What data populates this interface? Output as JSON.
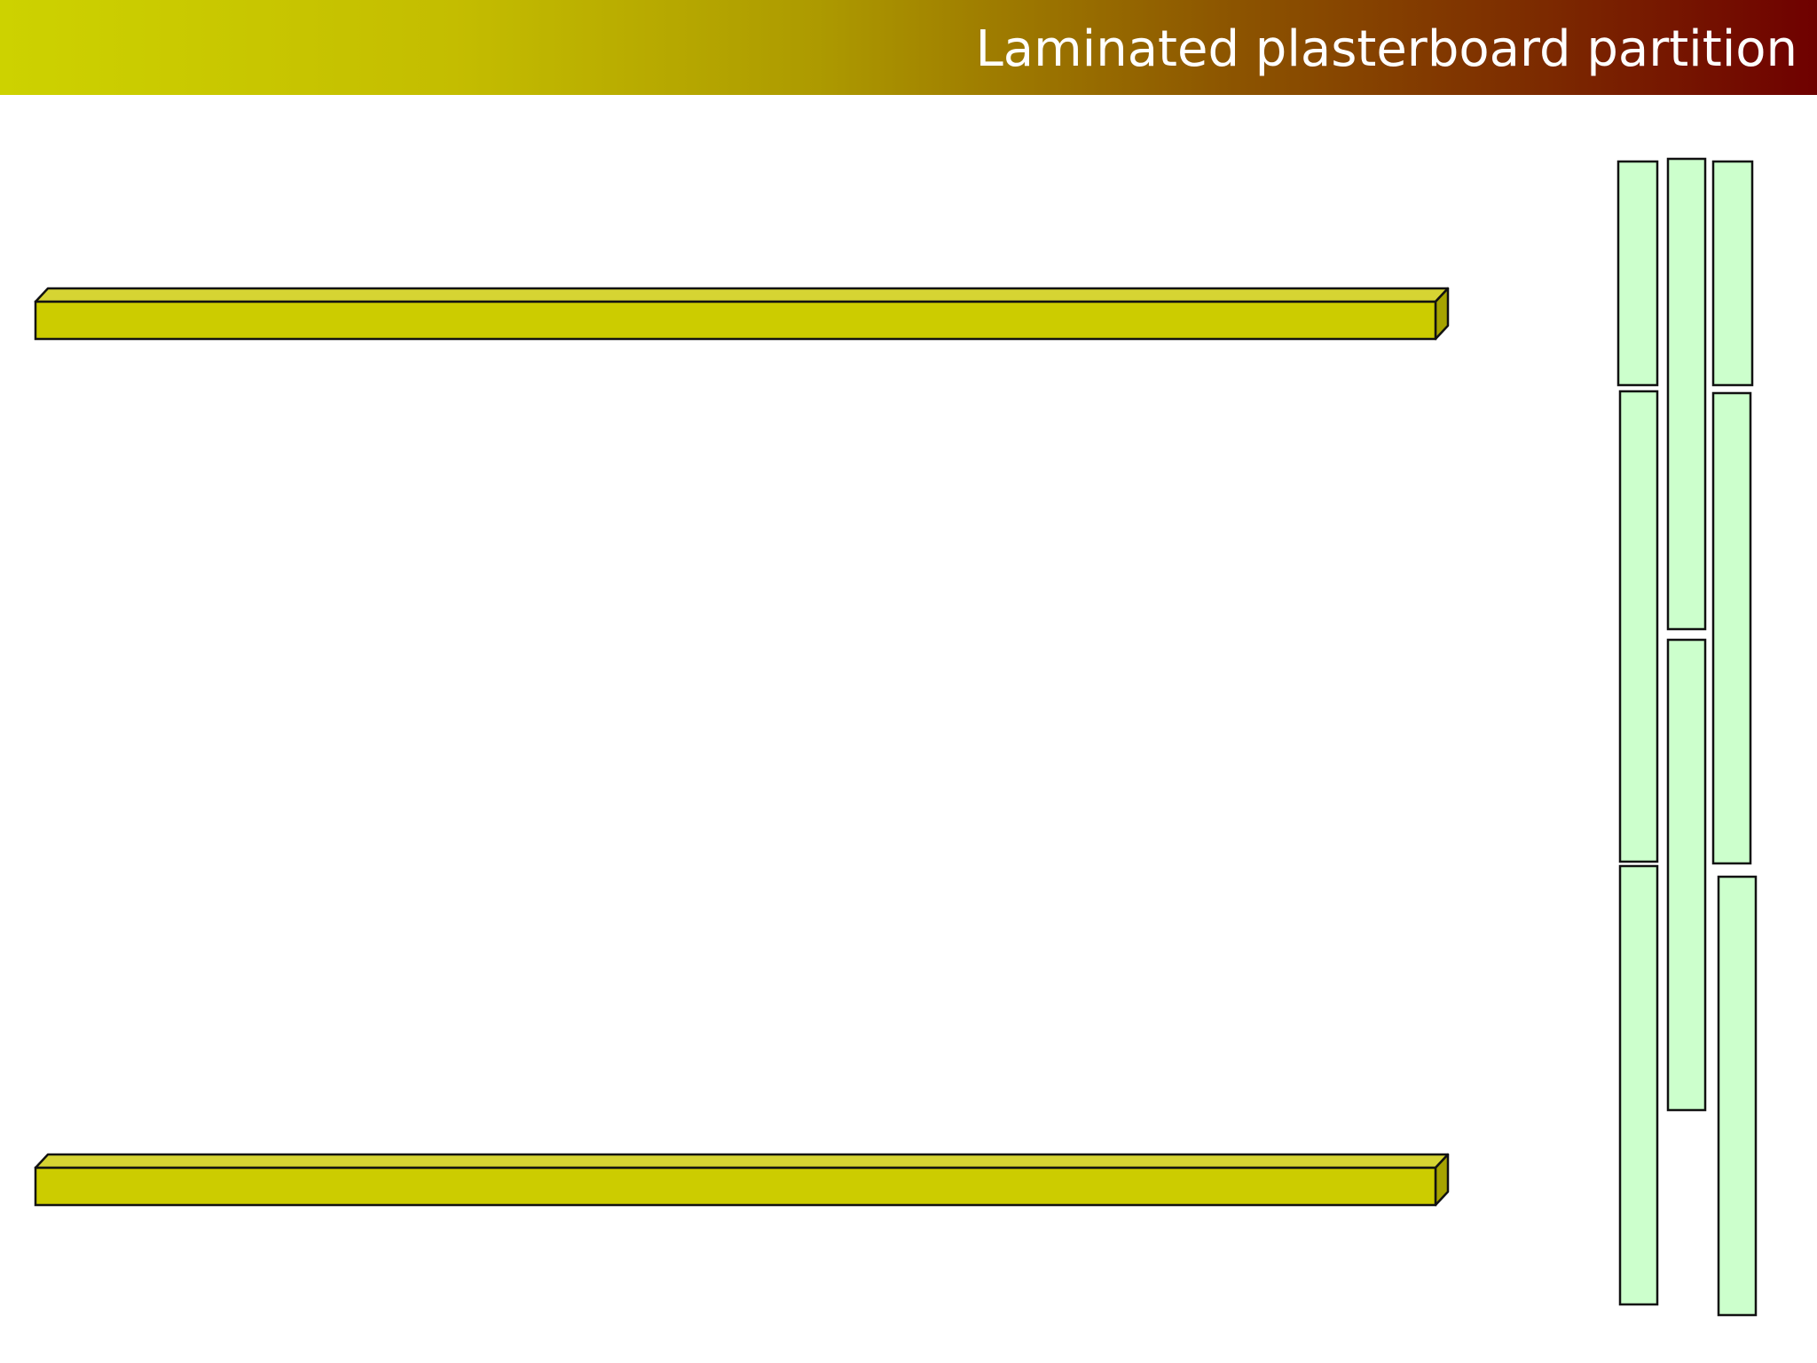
{
  "slide": {
    "title": "Laminated plasterboard partition"
  },
  "colors": {
    "title_gradient_start": "#cdd200",
    "title_gradient_end": "#6f0000",
    "title_text": "#ffffff",
    "rail_front": "#cccc00",
    "rail_top": "#d6d433",
    "rail_side": "#a6a300",
    "board_fill": "#ccffcc",
    "outline": "#111111"
  },
  "diagram": {
    "rails": [
      {
        "name": "top-rail"
      },
      {
        "name": "bottom-rail"
      }
    ],
    "board_columns": [
      {
        "name": "left-column",
        "boards": 3
      },
      {
        "name": "middle-column",
        "boards": 2
      },
      {
        "name": "right-column",
        "boards": 3
      }
    ]
  }
}
